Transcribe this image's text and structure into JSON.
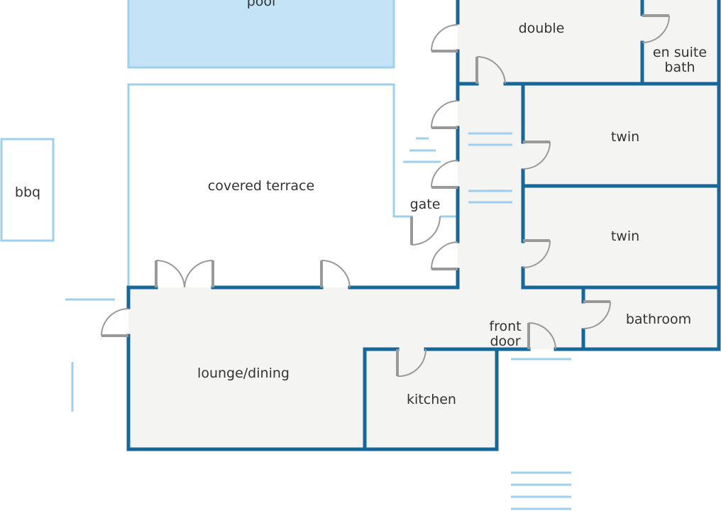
{
  "title": "Floor plan",
  "colors": {
    "wall": "#17679b",
    "outline": "#9ed0ee",
    "pool": "#c5e3f6",
    "floor": "#f4f4f3",
    "door": "#999999"
  },
  "rooms": {
    "pool": "pool",
    "double": "double",
    "ensuite_1": "en suite",
    "ensuite_2": "bath",
    "twin_1": "twin",
    "twin_2": "twin",
    "covered_terrace": "covered terrace",
    "bbq": "bbq",
    "gate": "gate",
    "front_door_1": "front",
    "front_door_2": "door",
    "bathroom": "bathroom",
    "lounge": "lounge/dining",
    "kitchen": "kitchen"
  }
}
